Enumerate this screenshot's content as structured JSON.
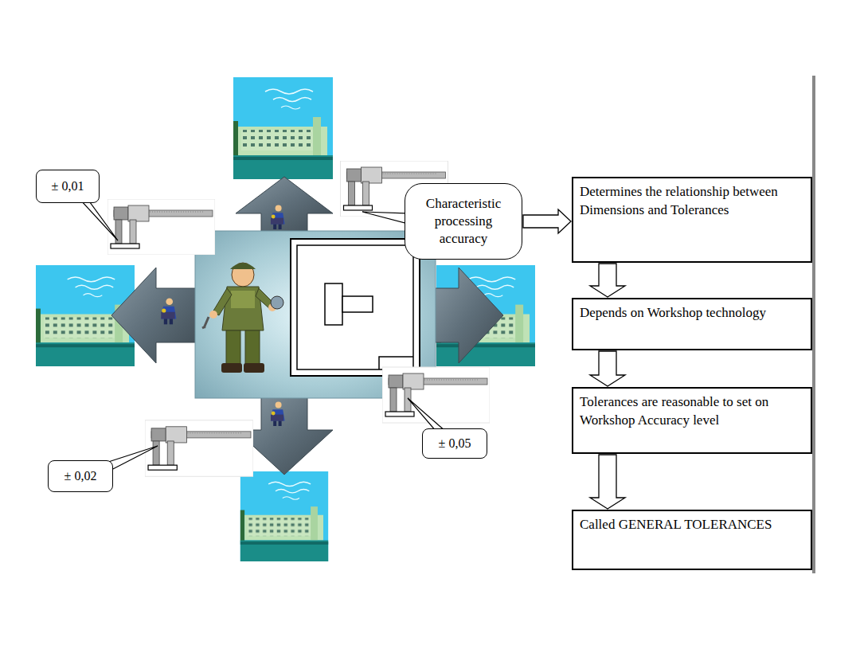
{
  "diagram": {
    "nodes": [
      {
        "text": [
          "± 0,01"
        ]
      },
      {
        "text": [
          "Characteristic processing accuracy"
        ]
      },
      {
        "text": [
          "Determines the relationship between Dimensions and Tolerances"
        ]
      },
      {
        "text": [
          "Depends on Workshop technology"
        ]
      },
      {
        "text": [
          "Tolerances are reasonable to set on Workshop Accuracy level"
        ]
      },
      {
        "text": [
          "Called GENERAL TOLERANCES"
        ]
      },
      {
        "text": [
          "± 0,05"
        ]
      },
      {
        "text": [
          "± 0,02"
        ]
      }
    ],
    "edges": [
      {
        "from": 1,
        "to": 2,
        "arrow": "to"
      },
      {
        "from": 2,
        "to": 3,
        "arrow": "to"
      },
      {
        "from": 3,
        "to": 4,
        "arrow": "to"
      },
      {
        "from": 4,
        "to": 5,
        "arrow": "to"
      }
    ]
  }
}
